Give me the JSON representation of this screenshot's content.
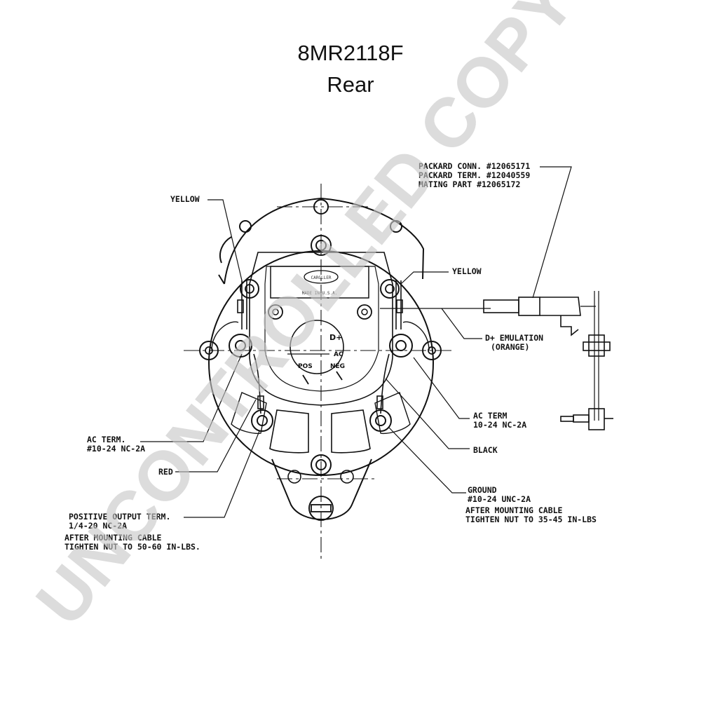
{
  "header": {
    "part_number": "8MR2118F",
    "view": "Rear"
  },
  "watermark": "UNCONTROLLED COPY",
  "labels": {
    "yellow_left": "YELLOW",
    "yellow_right": "YELLOW",
    "packard_conn": "PACKARD CONN. #12065171",
    "packard_term": "PACKARD TERM. #12040559",
    "mating_part": "MATING PART #12065172",
    "d_emulation": "D+ EMULATION",
    "orange": "(ORANGE)",
    "ac_term_right": "AC TERM",
    "ac_term_right_spec": "10-24 NC-2A",
    "black": "BLACK",
    "ground": "GROUND",
    "ground_spec": "#10-24 UNC-2A",
    "after_mounting_right": "AFTER MOUNTING CABLE",
    "tighten_right": "TIGHTEN NUT TO 35-45 IN-LBS",
    "ac_term_left": "AC TERM.",
    "ac_term_left_spec": "#10-24 NC-2A",
    "red": "RED",
    "positive_output": "POSITIVE OUTPUT TERM.",
    "positive_spec": "1/4-20 NC-2A",
    "after_mounting_left": "AFTER MOUNTING CABLE",
    "tighten_left": "TIGHTEN NUT TO 50-60 IN-LBS."
  },
  "terminal_tags": {
    "d_plus": "D+",
    "ac": "AC",
    "pos": "POS",
    "neg": "NEG"
  },
  "nameplate": {
    "brand": "CARGLLER",
    "line1": "MADE IN U.S.A."
  }
}
